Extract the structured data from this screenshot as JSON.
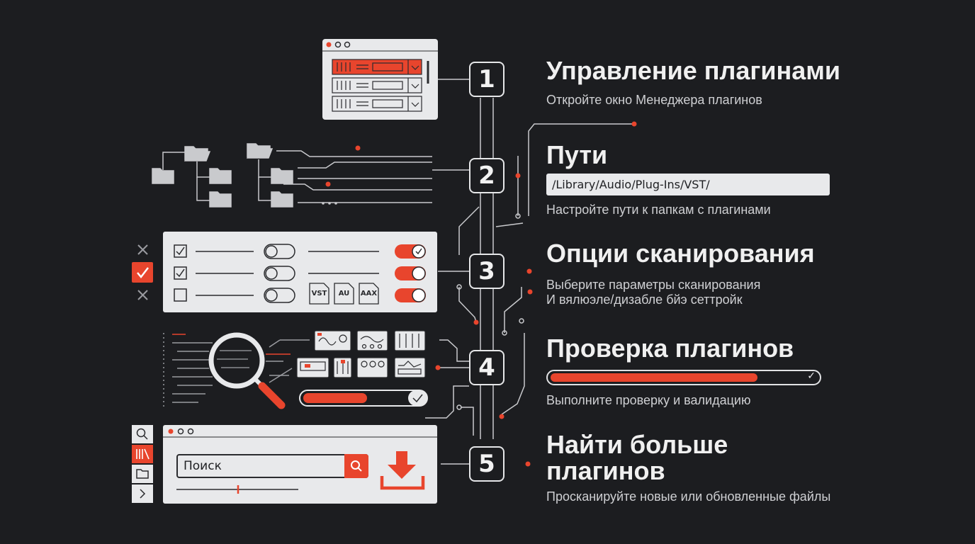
{
  "colors": {
    "background": "#1c1d20",
    "accent": "#e8452d",
    "panel": "#e8e9eb",
    "line": "#d8d9dc",
    "text": "#f0f0f0"
  },
  "steps": [
    {
      "number": "1",
      "title": "Управление плагинами",
      "description": "Откройте окно Менеджера плагинов"
    },
    {
      "number": "2",
      "title": "Пути",
      "path": "/Library/Audio/Plug-Ins/VST/",
      "description": "Настройте пути к папкам с плагинами"
    },
    {
      "number": "3",
      "title": "Опции сканирования",
      "description": "Выберите параметры сканирования",
      "description2": "И вялюэле/дизабле бйэ сеттройк"
    },
    {
      "number": "4",
      "title": "Проверка плагинов",
      "description": "Выполните проверку и валидацию",
      "progress": 0.8
    },
    {
      "number": "5",
      "title": "Найти больше",
      "title2": "плагинов",
      "description": "Просканируйте новые или обновленные файлы"
    }
  ],
  "scan_panel": {
    "format_tags": [
      "VST",
      "AU",
      "AAX"
    ]
  },
  "search_panel": {
    "search_placeholder": "Поиск"
  },
  "icons": [
    "window-icon",
    "folder-icon",
    "checkbox-icon",
    "toggle-icon",
    "magnifier-icon",
    "plugin-module-icon",
    "download-icon",
    "search-icon",
    "library-icon",
    "chevron-right-icon",
    "close-icon",
    "check-icon"
  ]
}
